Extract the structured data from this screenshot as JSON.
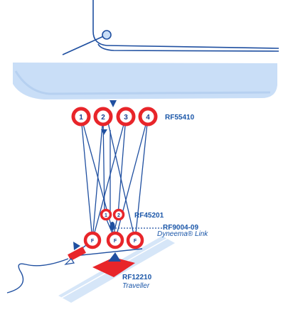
{
  "labels": {
    "top_block": "RF55410",
    "mid_block": "RF45201",
    "link": "RF9004-09",
    "link_desc": "Dyneema® Link",
    "traveller": "RF12210",
    "traveller_desc": "Traveller"
  },
  "sheaves": {
    "top": [
      "1",
      "2",
      "3",
      "4"
    ],
    "mid": [
      "1",
      "2"
    ],
    "bottom": [
      "F",
      "F",
      "F"
    ]
  },
  "colors": {
    "primary": "#1a56a8",
    "line": "#1f4fa0",
    "sheave_red": "#e8252a",
    "boom": "#c9def7",
    "track": "#d6e6f8",
    "traveller_car": "#e8252a"
  }
}
